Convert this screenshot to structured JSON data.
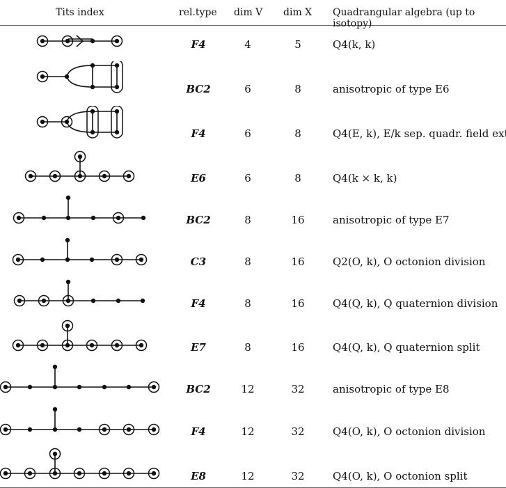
{
  "header": {
    "tits_index": "Tits index",
    "rel_type": "rel.type",
    "dim_v": "dim V",
    "dim_x": "dim X",
    "algebra": "Quadrangular algebra (up to isotopy)"
  },
  "rows": [
    {
      "rel_type": "F4",
      "dim_v": "4",
      "dim_x": "5",
      "algebra": "Q4(k, k)"
    },
    {
      "rel_type": "BC2",
      "dim_v": "6",
      "dim_x": "8",
      "algebra": "anisotropic of type E6"
    },
    {
      "rel_type": "F4",
      "dim_v": "6",
      "dim_x": "8",
      "algebra": "Q4(E, k), E/k sep. quadr. field ext."
    },
    {
      "rel_type": "E6",
      "dim_v": "6",
      "dim_x": "8",
      "algebra": "Q4(k × k, k)"
    },
    {
      "rel_type": "BC2",
      "dim_v": "8",
      "dim_x": "16",
      "algebra": "anisotropic of type E7"
    },
    {
      "rel_type": "C3",
      "dim_v": "8",
      "dim_x": "16",
      "algebra": "Q2(O, k), O octonion division"
    },
    {
      "rel_type": "F4",
      "dim_v": "8",
      "dim_x": "16",
      "algebra": "Q4(Q, k), Q quaternion division"
    },
    {
      "rel_type": "E7",
      "dim_v": "8",
      "dim_x": "16",
      "algebra": "Q4(Q, k), Q quaternion split"
    },
    {
      "rel_type": "BC2",
      "dim_v": "12",
      "dim_x": "32",
      "algebra": "anisotropic of type E8"
    },
    {
      "rel_type": "F4",
      "dim_v": "12",
      "dim_x": "32",
      "algebra": "Q4(O, k), O octonion division"
    },
    {
      "rel_type": "E8",
      "dim_v": "12",
      "dim_x": "32",
      "algebra": "Q4(O, k), O octonion split"
    }
  ]
}
